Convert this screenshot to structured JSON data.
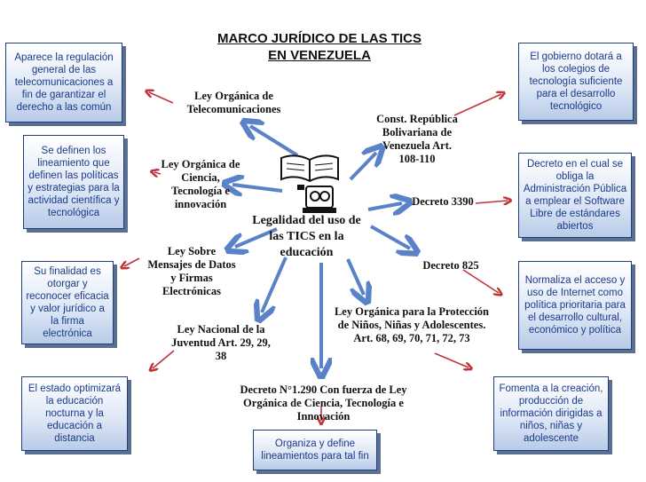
{
  "title": {
    "line1": "MARCO JURÍDICO DE LAS TICS",
    "line2": "EN  VENEZUELA"
  },
  "center": "Legalidad  del uso de las TICS  en la educación",
  "nodes": {
    "telecom": "Ley Orgánica  de Telecomunicaciones",
    "ciencia": "Ley Orgánica de Ciencia, Tecnología e innovación",
    "mensajes": "Ley  Sobre Mensajes de Datos y Firmas Electrónicas",
    "juventud": "Ley  Nacional de la Juventud Art. 29, 29, 38",
    "decreto1290": "Decreto N°1.290 Con fuerza de Ley Orgánica de Ciencia, Tecnología e Innovación",
    "lopna": "Ley  Orgánica para la Protección de Niños, Niñas y Adolescentes.   Art. 68, 69, 70, 71, 72, 73",
    "decreto825": "Decreto 825",
    "decreto3390": "Decreto 3390",
    "constitucion": "Const. República Bolivariana de Venezuela Art. 108-110"
  },
  "boxes": {
    "telecom": "Aparece la regulación general de las telecomunicaciones a fin de garantizar el derecho a las común",
    "ciencia": "Se  definen  los lineamiento que definen  las políticas y estrategias para la actividad científica y tecnológica",
    "mensajes": "Su finalidad es otorgar y reconocer eficacia y valor jurídico a la firma electrónica",
    "juventud": "El estado optimizará la educación nocturna y la educación a distancia",
    "decreto1290": "Organiza y define lineamientos para tal fin",
    "lopna": "Fomenta a la creación, producción de información dirigidas a niños, niñas y adolescente",
    "decreto825": "Normaliza el acceso y uso de Internet como política prioritaria para el desarrollo cultural, económico y política",
    "decreto3390": "Decreto en el cual se obliga la Administración Pública a emplear el Software Libre de estándares abiertos",
    "constitucion": "El gobierno dotará a los colegios de tecnología suficiente para el desarrollo tecnológico"
  },
  "colors": {
    "blue_arrow": "#5a82c8",
    "red_arrow": "#c0343a",
    "box_text": "#1a3a8a"
  }
}
